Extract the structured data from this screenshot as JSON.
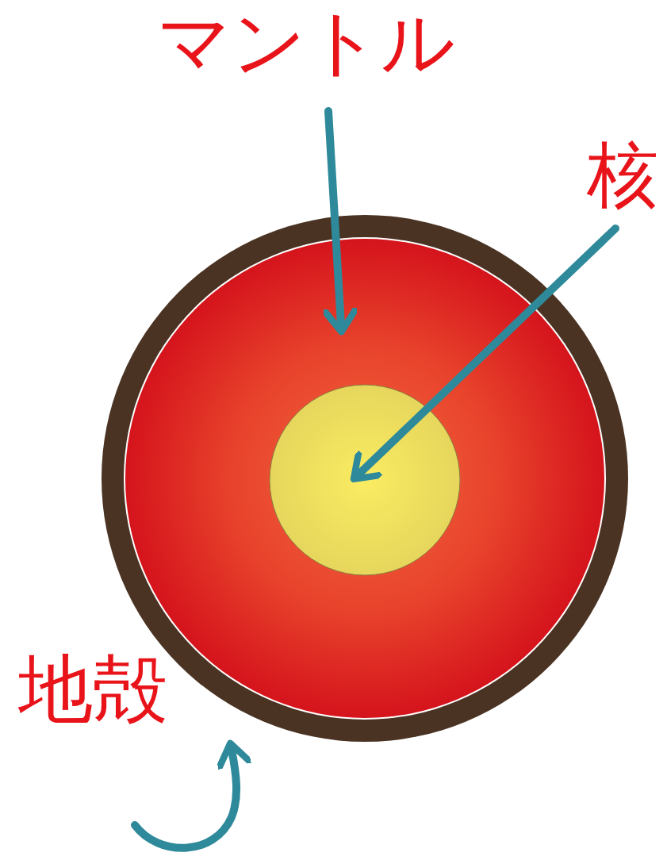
{
  "diagram": {
    "labels": [
      "マントル",
      "核",
      "地殻"
    ]
  }
}
